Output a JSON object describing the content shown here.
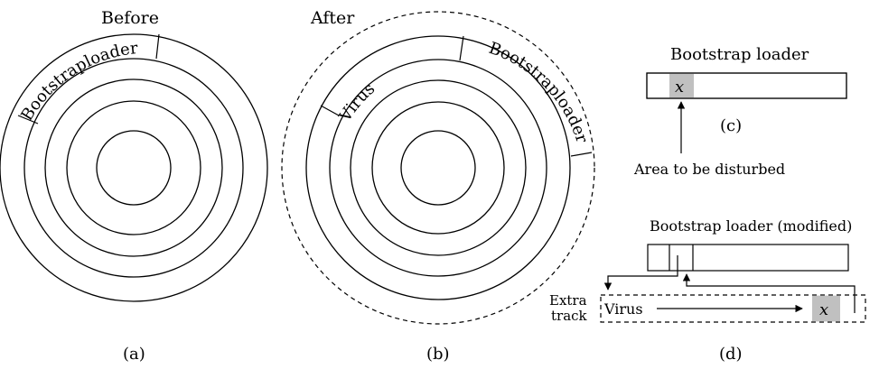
{
  "panel_a": {
    "title": "Before",
    "sector_label": "Bootstraploader",
    "caption": "(a)"
  },
  "panel_b": {
    "title": "After",
    "virus_label": "Virus",
    "sector_label": "Bootstraploader",
    "caption": "(b)"
  },
  "panel_c": {
    "title": "Bootstrap loader",
    "cell_label": "x",
    "note": "Area to be disturbed",
    "caption": "(c)"
  },
  "panel_d": {
    "title": "Bootstrap loader (modified)",
    "extra_line1": "Extra",
    "extra_line2": "track",
    "virus_label": "Virus",
    "cell_label": "x",
    "caption": "(d)"
  },
  "colors": {
    "stroke": "#000000",
    "shade": "#c0c0c0",
    "background": "#ffffff"
  }
}
